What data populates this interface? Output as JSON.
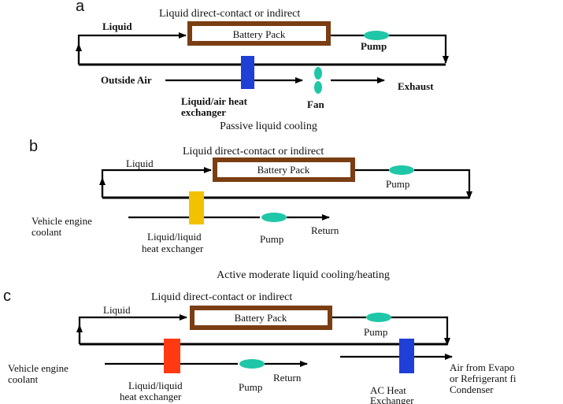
{
  "panels": {
    "a": {
      "letter": "a",
      "mode_label": "Liquid direct-contact or indirect",
      "liquid_label": "Liquid",
      "battery_label": "Battery Pack",
      "pump_label": "Pump",
      "outside_air_label": "Outside Air",
      "exchanger_label_line1": "Liquid/air heat",
      "exchanger_label_line2": "exchanger",
      "fan_label": "Fan",
      "exhaust_label": "Exhaust",
      "caption": "Passive liquid cooling"
    },
    "b": {
      "letter": "b",
      "mode_label": "Liquid direct-contact or indirect",
      "liquid_label": "Liquid",
      "battery_label": "Battery Pack",
      "pump_label": "Pump",
      "coolant_label_line1": "Vehicle engine",
      "coolant_label_line2": "coolant",
      "exchanger_label_line1": "Liquid/liquid",
      "exchanger_label_line2": "heat exchanger",
      "pump2_label": "Pump",
      "return_label": "Return",
      "caption": "Active moderate liquid cooling/heating"
    },
    "c": {
      "letter": "c",
      "mode_label": "Liquid direct-contact or indirect",
      "liquid_label": "Liquid",
      "battery_label": "Battery Pack",
      "pump_label": "Pump",
      "coolant_label_line1": "Vehicle engine",
      "coolant_label_line2": "coolant",
      "exchanger_label_line1": "Liquid/liquid",
      "exchanger_label_line2": "heat exchanger",
      "pump2_label": "Pump",
      "return_label": "Return",
      "ac_label_line1": "AC Heat",
      "ac_label_line2": "Exchanger",
      "air_label_line1": "Air from Evapo",
      "air_label_line2": "or Refrigerant fi",
      "air_label_line3": "Condenser"
    }
  },
  "colors": {
    "battery_border": "#7a3e12",
    "pump_fill": "#1fc7a8",
    "exchanger_a": "#1f3fd6",
    "exchanger_b": "#f2c200",
    "exchanger_c": "#ff3a12",
    "ac_exchanger": "#1f3fd6",
    "fan": "#1fc7a8"
  }
}
